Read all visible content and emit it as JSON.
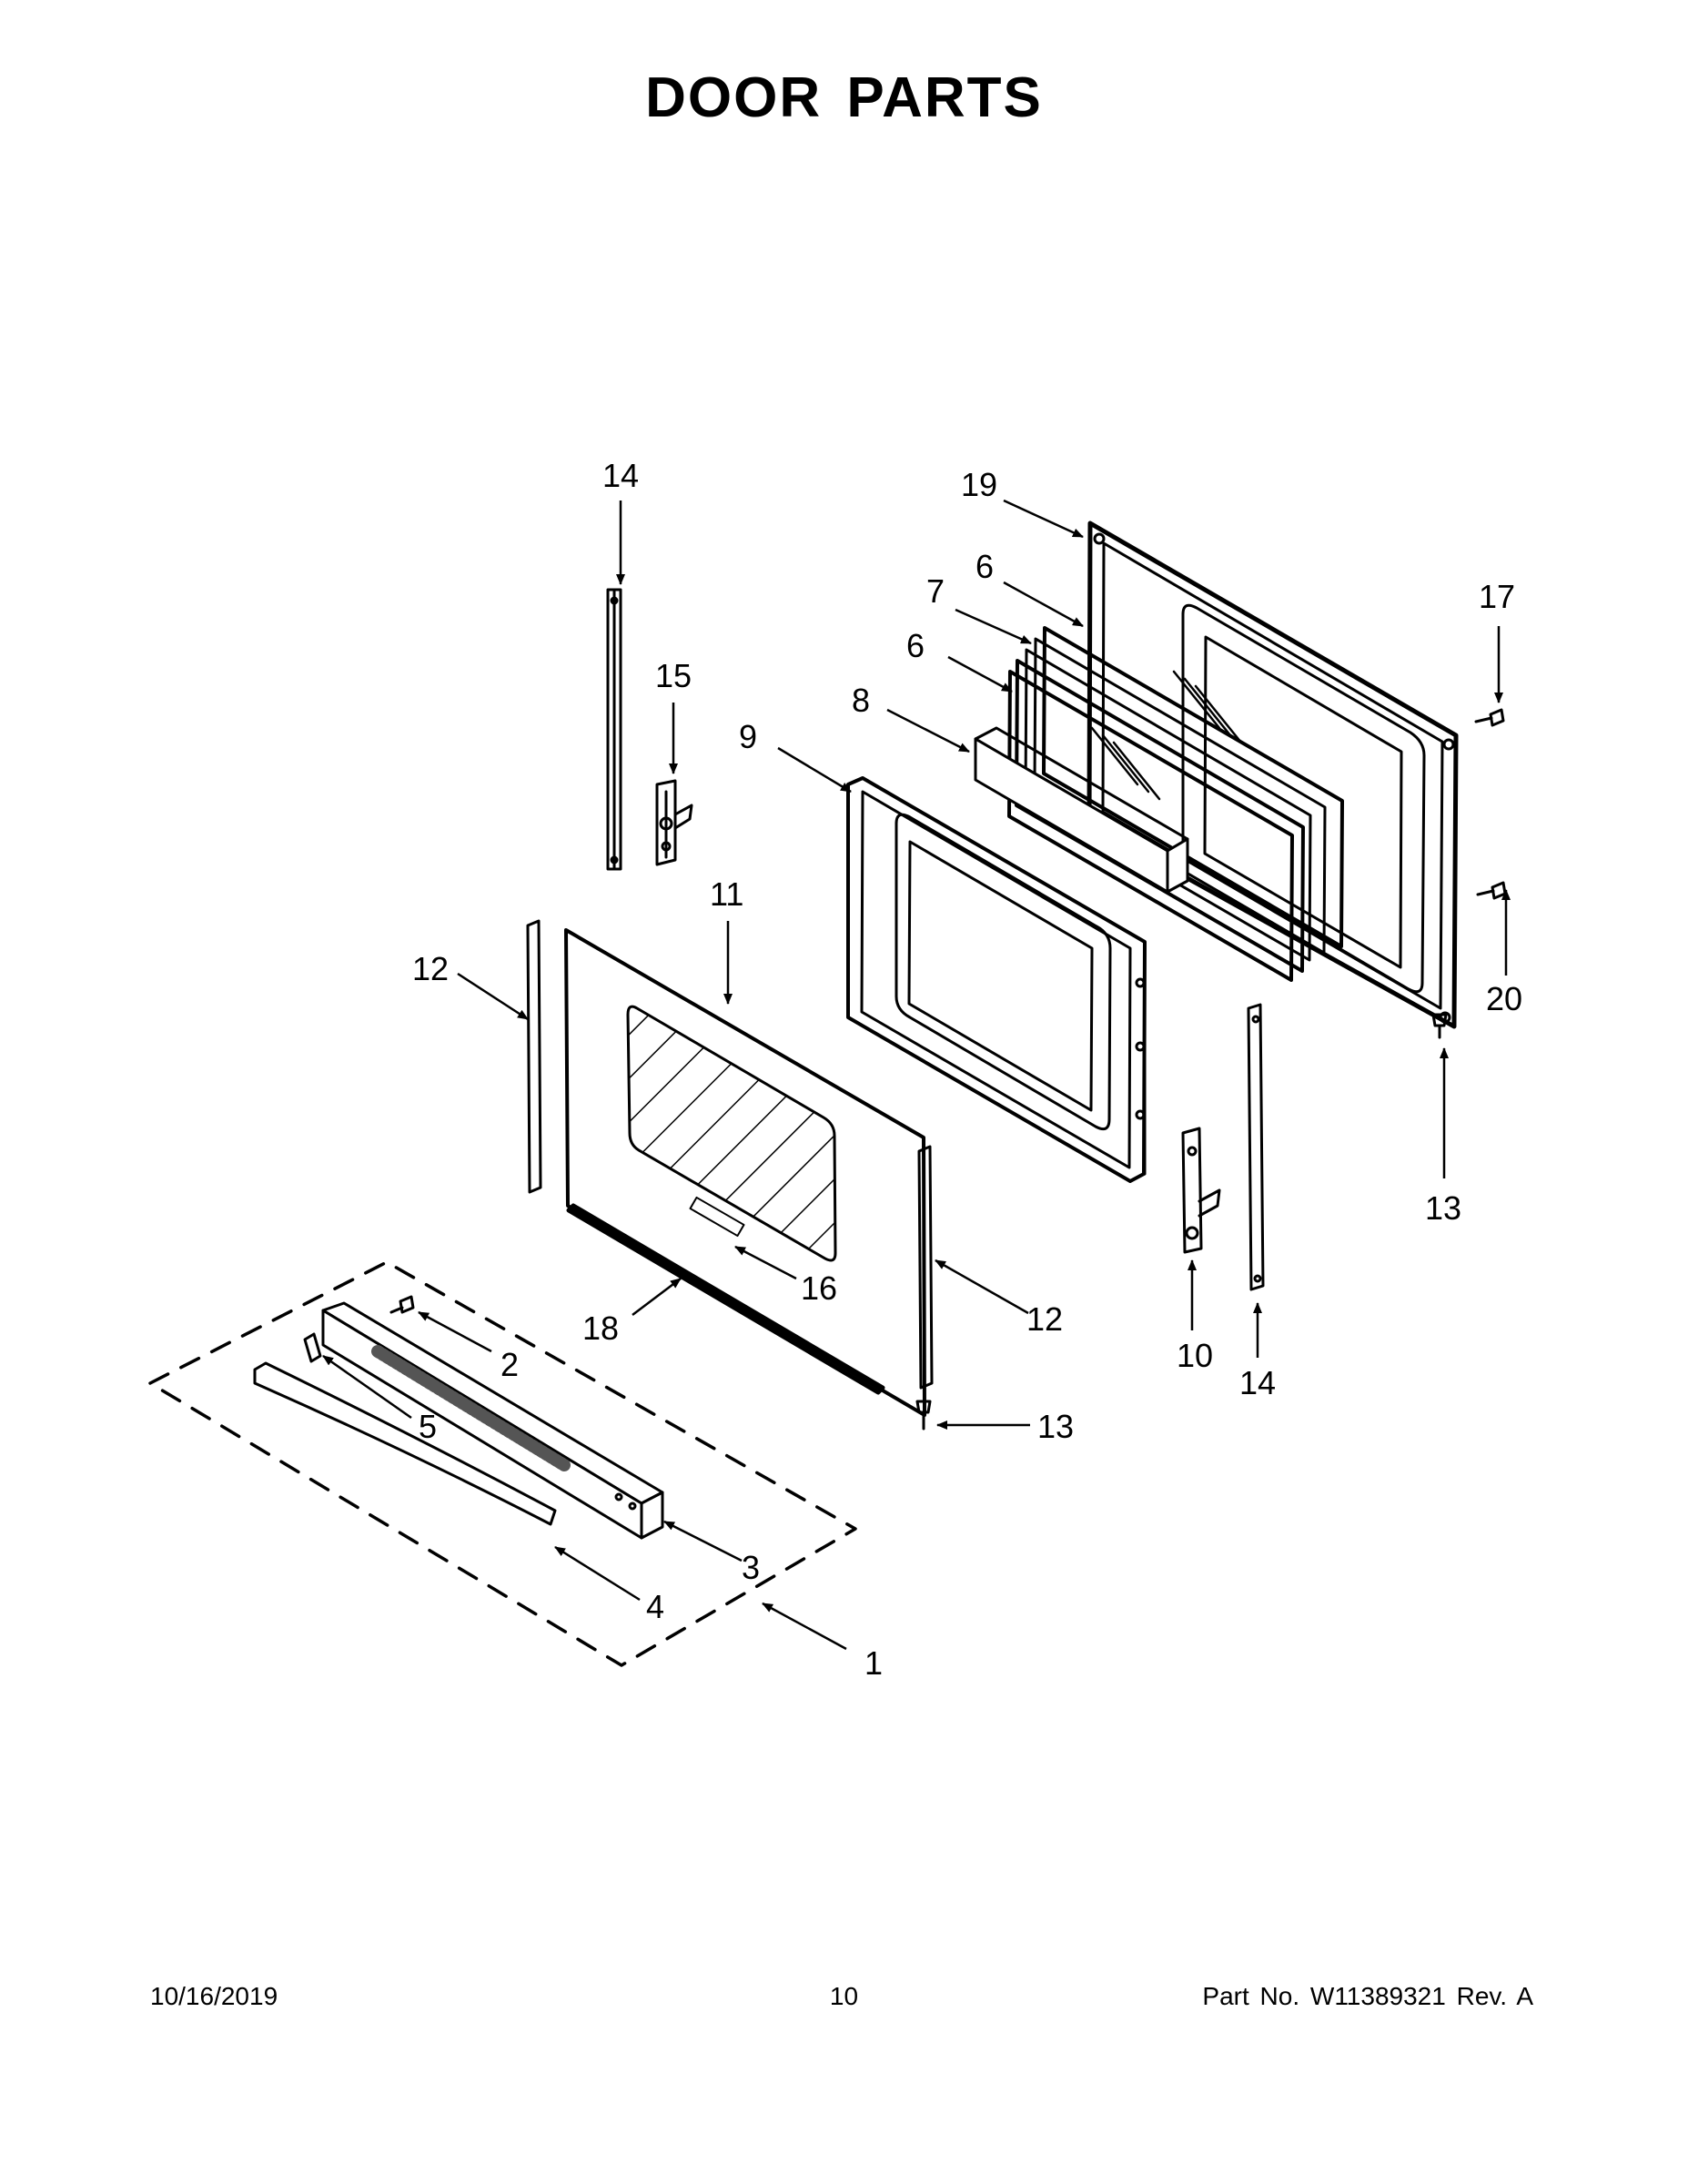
{
  "title": "DOOR PARTS",
  "callouts": [
    {
      "id": "c14a",
      "label": "14"
    },
    {
      "id": "c19",
      "label": "19"
    },
    {
      "id": "c6a",
      "label": "6"
    },
    {
      "id": "c17",
      "label": "17"
    },
    {
      "id": "c7",
      "label": "7"
    },
    {
      "id": "c6b",
      "label": "6"
    },
    {
      "id": "c15",
      "label": "15"
    },
    {
      "id": "c8",
      "label": "8"
    },
    {
      "id": "c9",
      "label": "9"
    },
    {
      "id": "c11",
      "label": "11"
    },
    {
      "id": "c12a",
      "label": "12"
    },
    {
      "id": "c20",
      "label": "20"
    },
    {
      "id": "c13a",
      "label": "13"
    },
    {
      "id": "c16",
      "label": "16"
    },
    {
      "id": "c18",
      "label": "18"
    },
    {
      "id": "c12b",
      "label": "12"
    },
    {
      "id": "c10",
      "label": "10"
    },
    {
      "id": "c14b",
      "label": "14"
    },
    {
      "id": "c2",
      "label": "2"
    },
    {
      "id": "c5",
      "label": "5"
    },
    {
      "id": "c13b",
      "label": "13"
    },
    {
      "id": "c3",
      "label": "3"
    },
    {
      "id": "c4",
      "label": "4"
    },
    {
      "id": "c1",
      "label": "1"
    }
  ],
  "footer": {
    "date": "10/16/2019",
    "page": "10",
    "part": "Part No.  W11389321  Rev.  A"
  }
}
